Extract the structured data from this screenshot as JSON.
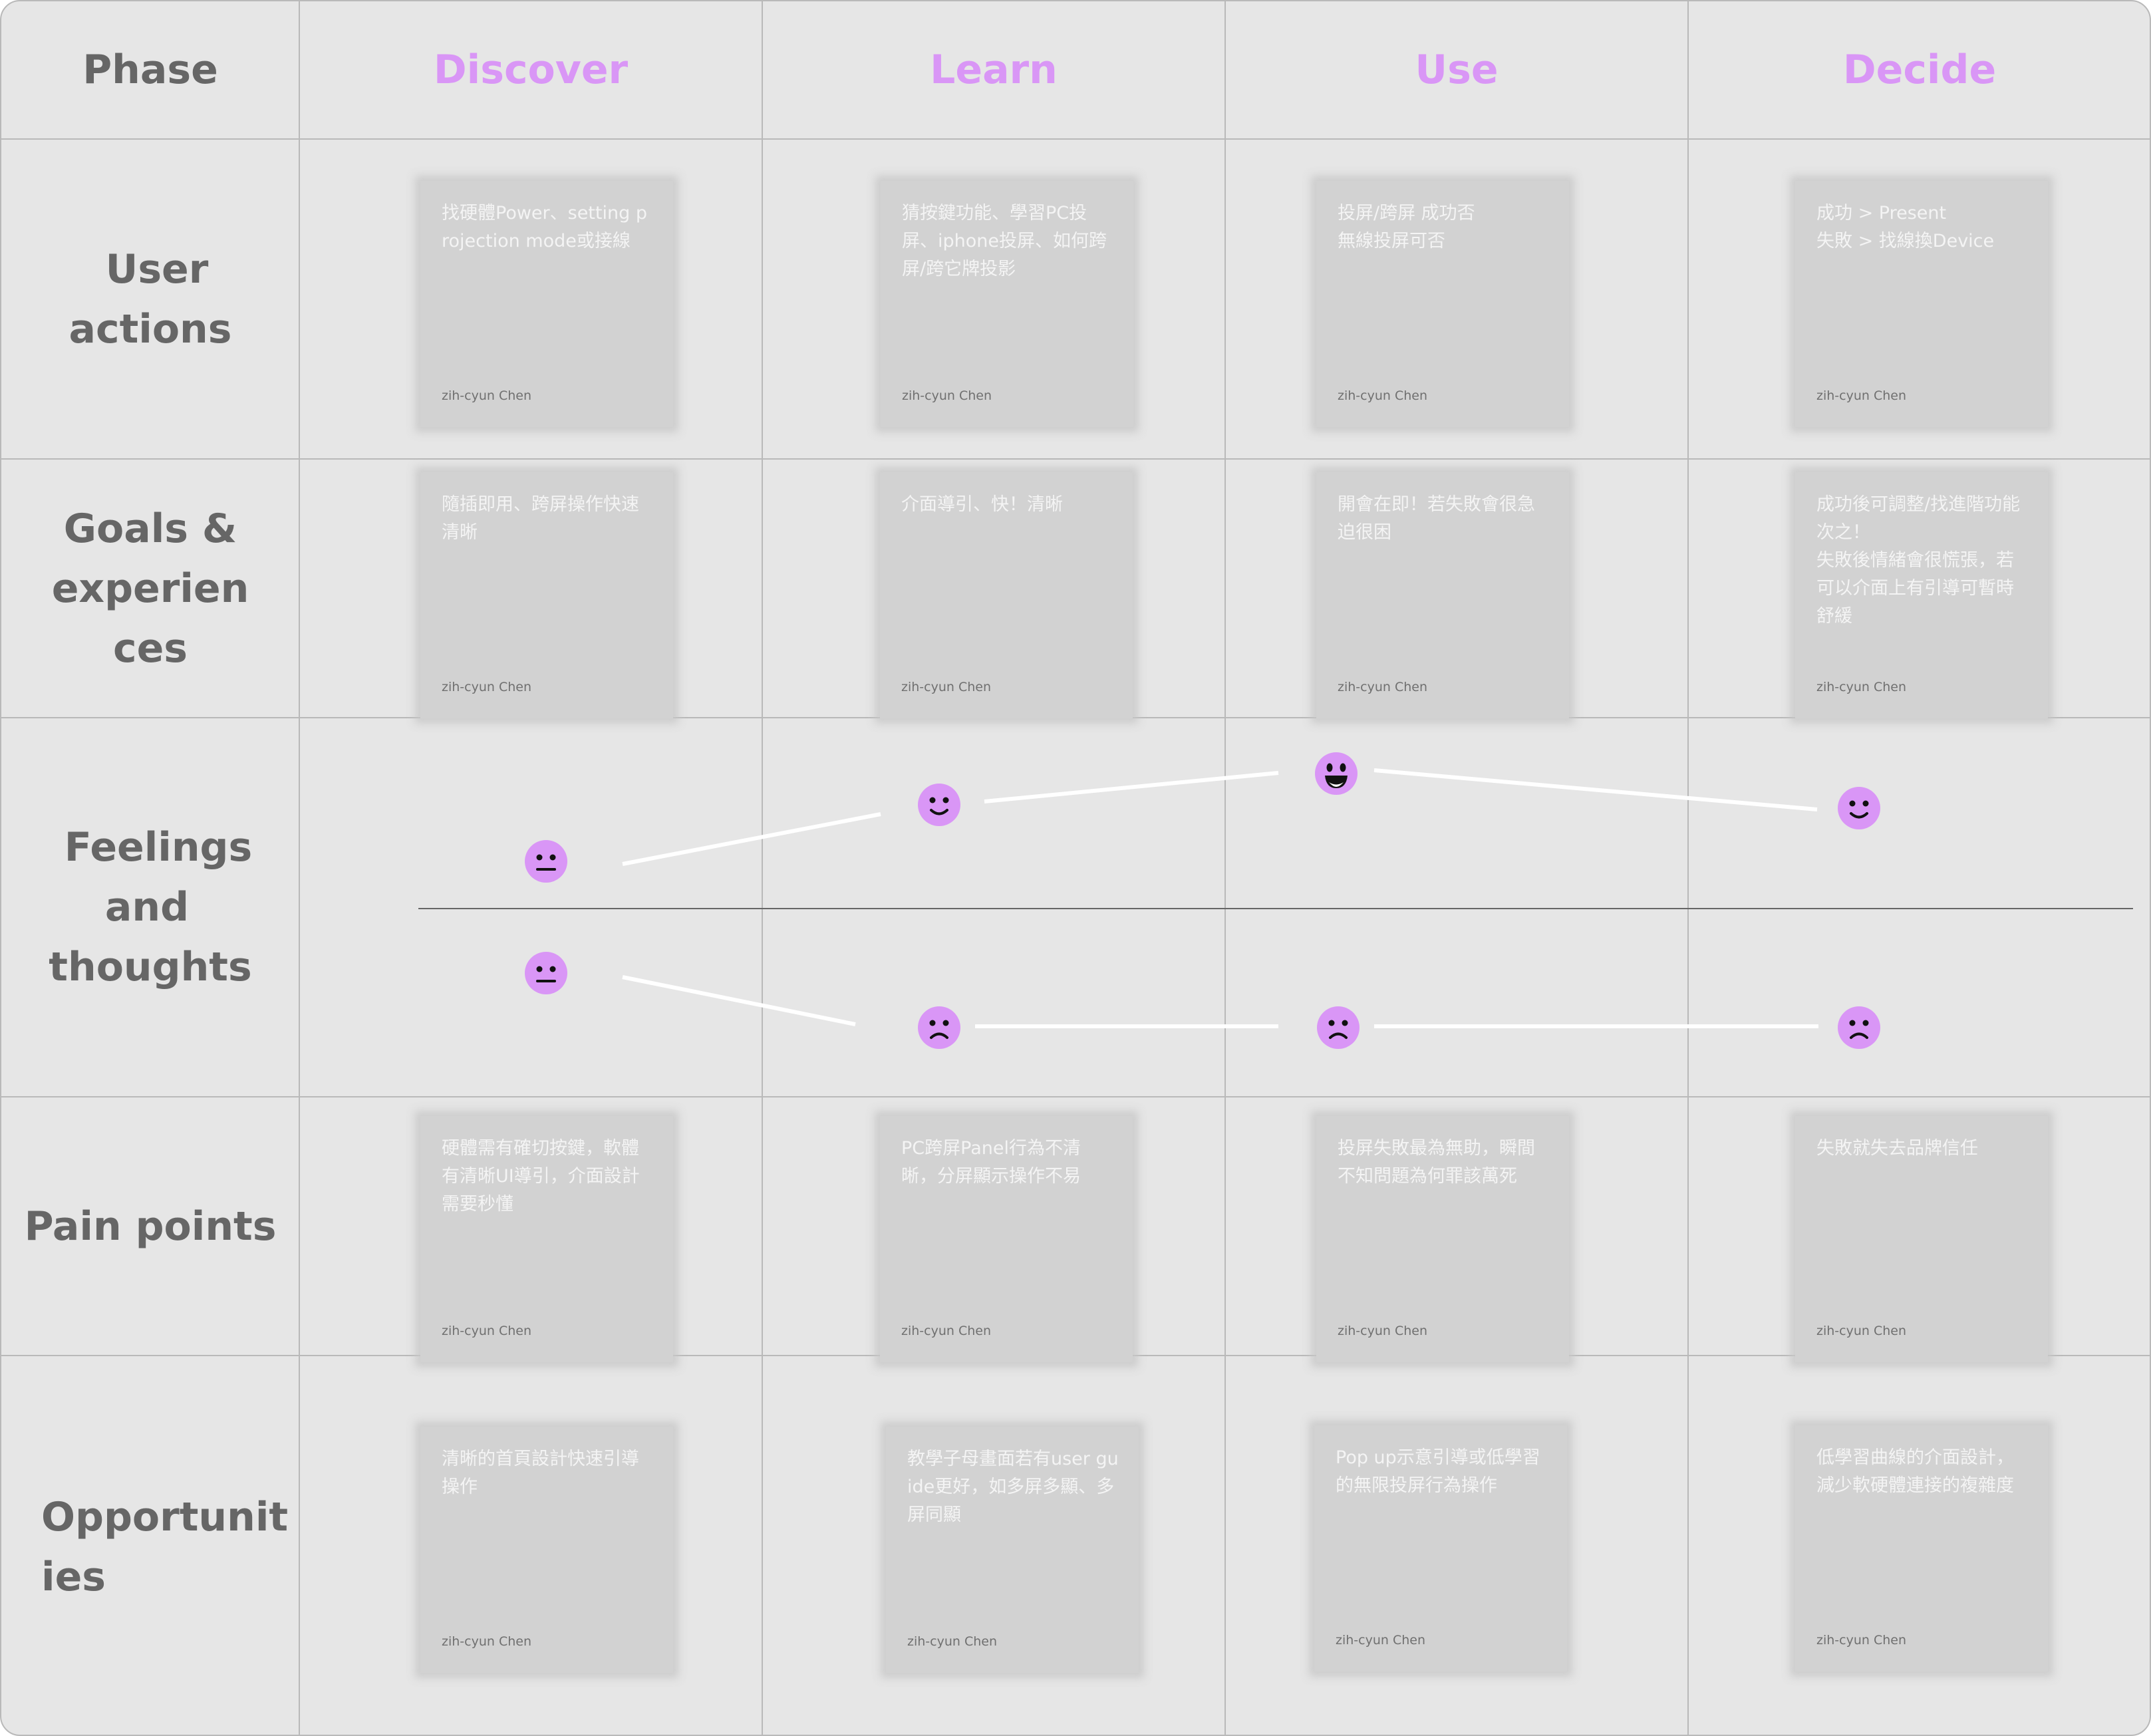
{
  "header": {
    "phase_label": "Phase",
    "phases": [
      "Discover",
      "Learn",
      "Use",
      "Decide"
    ],
    "phase_color": "#d996f6"
  },
  "rows": {
    "user_actions": [
      "User",
      "actions"
    ],
    "goals": [
      "Goals &",
      "experien",
      "ces"
    ],
    "feelings": [
      "Feelings",
      "and",
      "thoughts"
    ],
    "pain_points": [
      "Pain points"
    ],
    "opportunities": [
      "Opportunit",
      "ies"
    ]
  },
  "user_actions": [
    {
      "text": "找硬體Power、setting projection mode或接線",
      "author": "zih-cyun Chen"
    },
    {
      "text": "猜按鍵功能、學習PC投屏、iphone投屏、如何跨屏/跨它牌投影",
      "author": "zih-cyun Chen"
    },
    {
      "text": "投屏/跨屏 成功否\n無線投屏可否",
      "author": "zih-cyun Chen"
    },
    {
      "text": "成功 > Present\n失敗 > 找線換Device",
      "author": "zih-cyun Chen"
    }
  ],
  "goals": [
    {
      "text": "隨插即用、跨屏操作快速清晰",
      "author": "zih-cyun Chen"
    },
    {
      "text": "介面導引、快！清晰",
      "author": "zih-cyun Chen"
    },
    {
      "text": "開會在即！若失敗會很急迫很困",
      "author": "zih-cyun Chen"
    },
    {
      "text": "成功後可調整/找進階功能次之！\n失敗後情緒會很慌張，若可以介面上有引導可暫時舒緩",
      "author": "zih-cyun Chen"
    }
  ],
  "pain_points": [
    {
      "text": "硬體需有確切按鍵，軟體有清晰UI導引，介面設計需要秒懂",
      "author": "zih-cyun Chen"
    },
    {
      "text": "PC跨屏Panel行為不清晰，分屏顯示操作不易",
      "author": "zih-cyun Chen"
    },
    {
      "text": "投屏失敗最為無助，瞬間不知問題為何罪該萬死",
      "author": "zih-cyun Chen"
    },
    {
      "text": "失敗就失去品牌信任",
      "author": "zih-cyun Chen"
    }
  ],
  "opportunities": [
    {
      "text": "清晰的首頁設計快速引導操作",
      "author": "zih-cyun Chen"
    },
    {
      "text": "教學子母畫面若有user guide更好，如多屏多顯、多屏同顯",
      "author": "zih-cyun Chen"
    },
    {
      "text": "Pop up示意引導或低學習的無限投屏行為操作",
      "author": "zih-cyun Chen"
    },
    {
      "text": "低學習曲線的介面設計，減少軟硬體連接的複雜度",
      "author": "zih-cyun Chen"
    }
  ],
  "feelings": {
    "emoji_color": "#d996f6",
    "success_path": [
      "neutral-face-icon",
      "smile-face-icon",
      "grin-face-icon",
      "smile-face-icon"
    ],
    "failure_path": [
      "neutral-face-icon",
      "frown-face-icon",
      "frown-face-icon",
      "frown-face-icon"
    ]
  }
}
